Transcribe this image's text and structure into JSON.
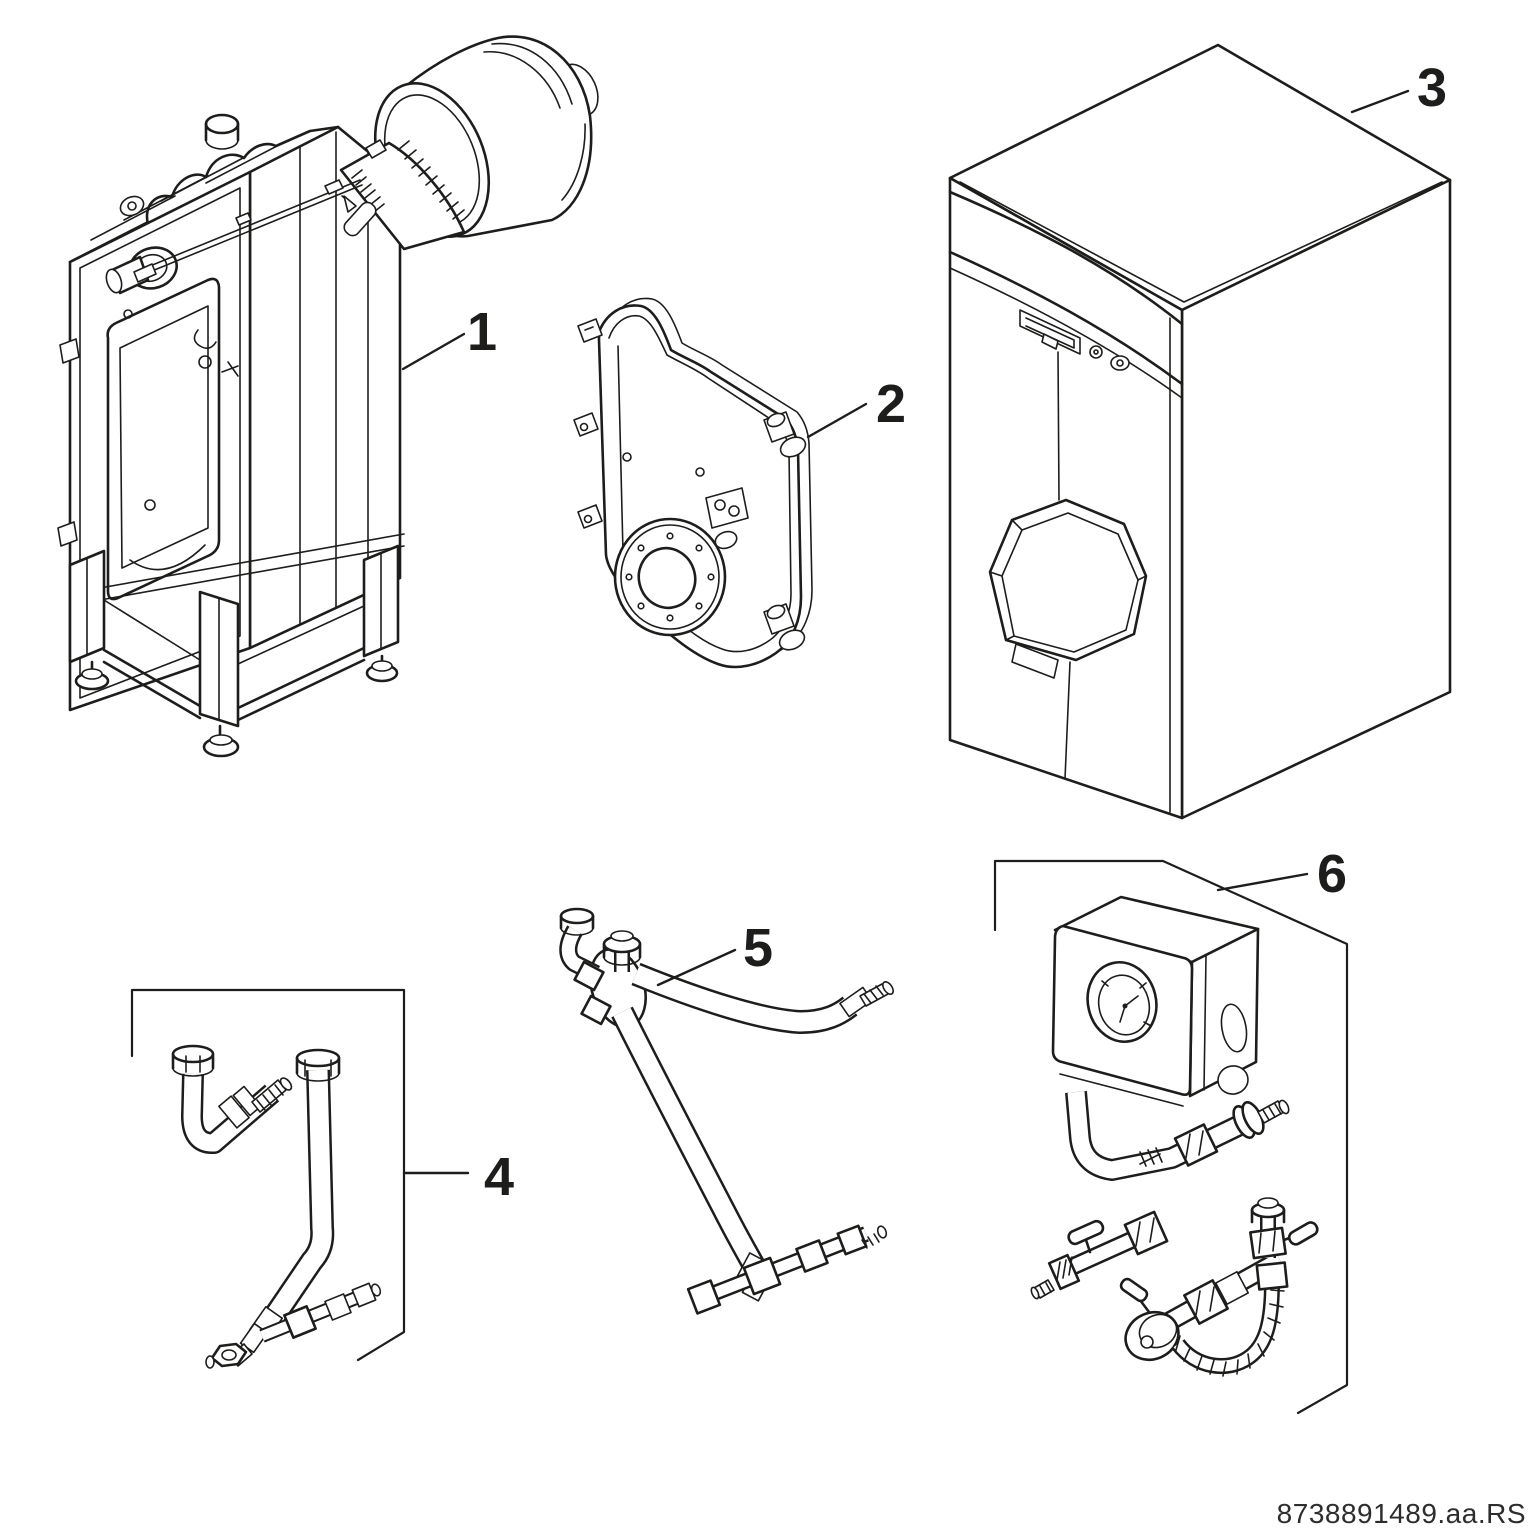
{
  "diagram": {
    "kind": "exploded-parts-diagram",
    "background": "#ffffff",
    "line_color": "#1d1d1b",
    "label_color": "#1d1d1b",
    "callouts": [
      {
        "label": "1"
      },
      {
        "label": "2"
      },
      {
        "label": "3"
      },
      {
        "label": "4"
      },
      {
        "label": "5"
      },
      {
        "label": "6"
      }
    ],
    "footer_code": "8738891489.aa.RS"
  }
}
